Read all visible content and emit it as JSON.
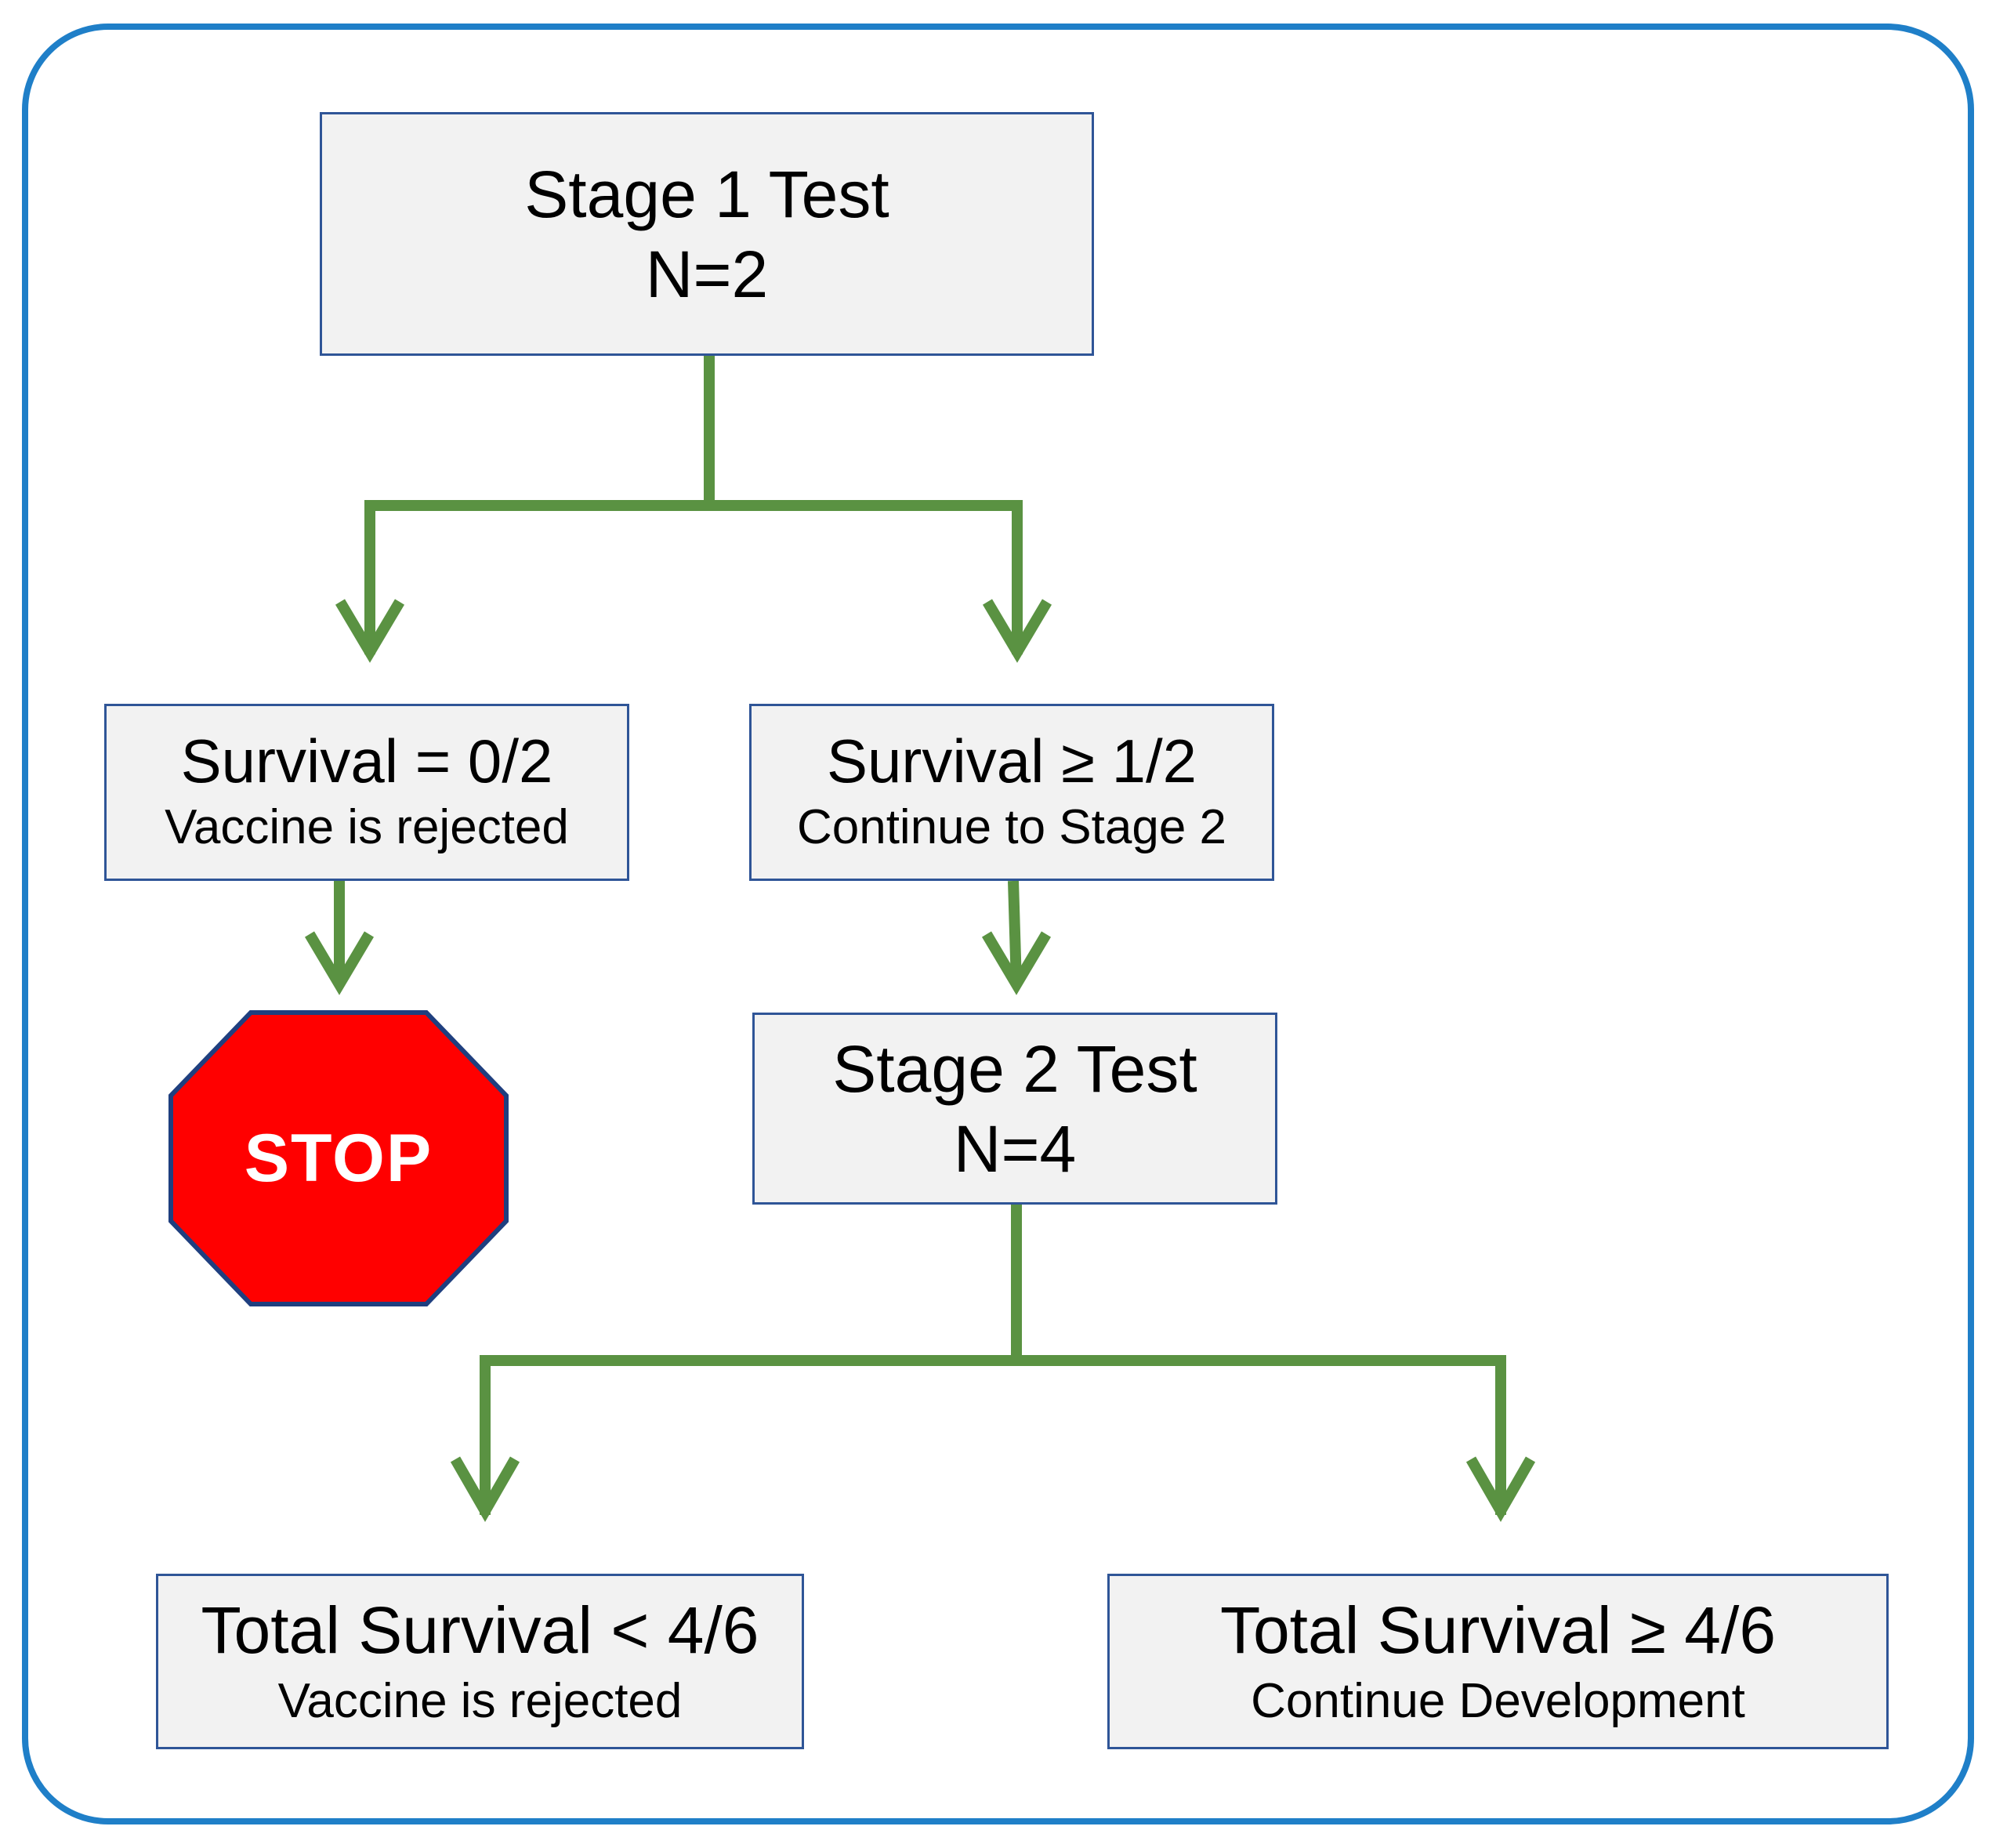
{
  "stage1": {
    "title": "Stage 1 Test",
    "n": "N=2"
  },
  "stage1_fail": {
    "title": "Survival = 0/2",
    "detail": "Vaccine is rejected"
  },
  "stage1_pass": {
    "title": "Survival ≥ 1/2",
    "detail": "Continue to Stage 2"
  },
  "stop": {
    "label": "STOP"
  },
  "stage2": {
    "title": "Stage 2 Test",
    "n": "N=4"
  },
  "total_fail": {
    "title": "Total Survival < 4/6",
    "detail": "Vaccine is rejected"
  },
  "total_pass": {
    "title": "Total Survival ≥ 4/6",
    "detail": "Continue Development"
  },
  "colors": {
    "frame": "#1f7fc8",
    "connector": "#5a9242",
    "box_fill": "#f2f2f2",
    "box_border": "#2f5597",
    "stop_fill": "#ff0000",
    "stop_border": "#1f3f7f"
  }
}
